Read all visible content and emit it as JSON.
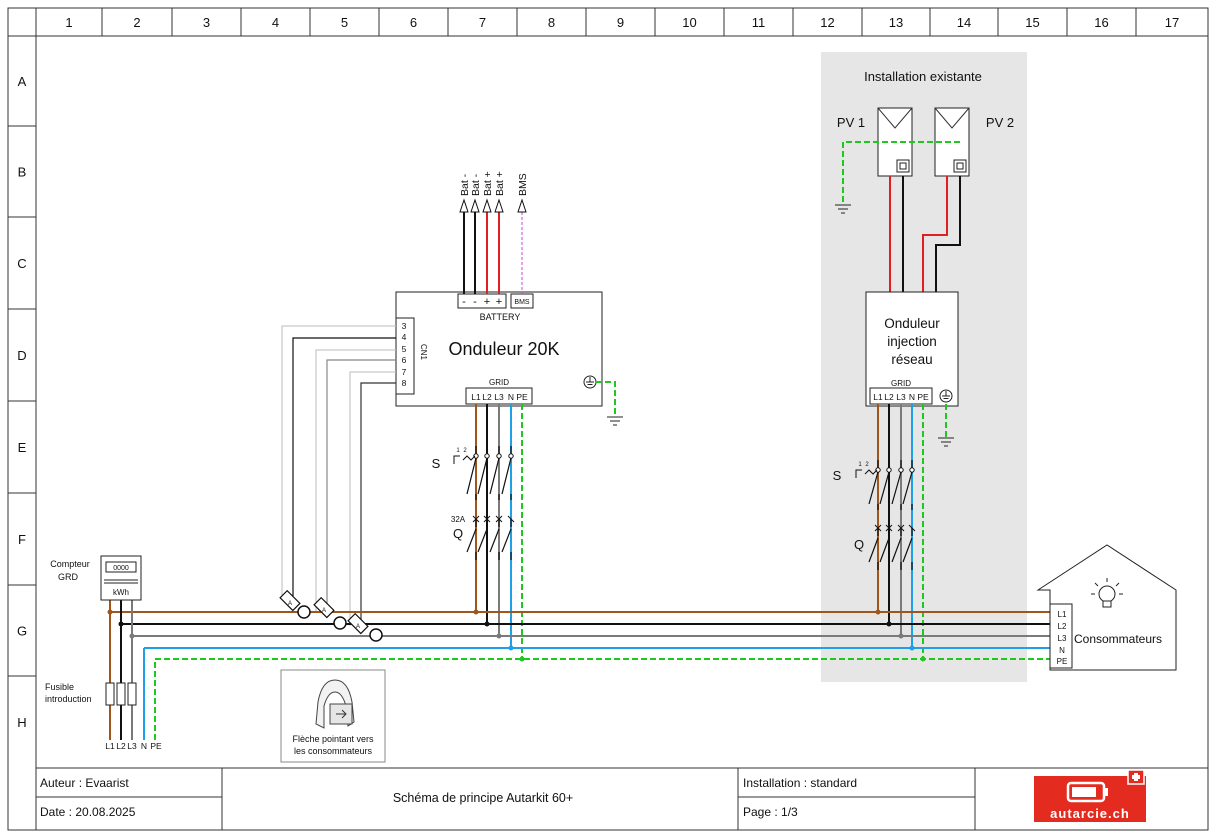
{
  "grid": {
    "columns": [
      "1",
      "2",
      "3",
      "4",
      "5",
      "6",
      "7",
      "8",
      "9",
      "10",
      "11",
      "12",
      "13",
      "14",
      "15",
      "16",
      "17"
    ],
    "rows": [
      "A",
      "B",
      "C",
      "D",
      "E",
      "F",
      "G",
      "H"
    ]
  },
  "existing": {
    "title": "Installation existante",
    "pv1": "PV 1",
    "pv2": "PV 2",
    "inverter_line1": "Onduleur",
    "inverter_line2": "injection",
    "inverter_line3": "réseau",
    "grid_label": "GRID",
    "terminals": [
      "L1",
      "L2",
      "L3",
      "N",
      "PE"
    ]
  },
  "inverter": {
    "title": "Onduleur 20K",
    "battery_label": "BATTERY",
    "bms_box": "BMS",
    "battery_terminals": [
      "-",
      "-",
      "+",
      "+"
    ],
    "grid_label": "GRID",
    "terminals": [
      "L1",
      "L2",
      "L3",
      "N",
      "PE"
    ],
    "cn1_label": "CN1",
    "cn1_pins": [
      "3",
      "4",
      "5",
      "6",
      "7",
      "8"
    ],
    "battery_arrows": [
      "Bat -",
      "Bat -",
      "Bat +",
      "Bat +"
    ],
    "bms_arrow": "BMS"
  },
  "devices": {
    "switch_label": "S",
    "breaker_label": "Q",
    "breaker_rating": "32A",
    "switch_pins": [
      "1",
      "2"
    ],
    "ct_letter": "A"
  },
  "meter": {
    "label_line1": "Compteur",
    "label_line2": "GRD",
    "display": "0000",
    "unit": "kWh"
  },
  "fuse": {
    "label_line1": "Fusible",
    "label_line2": "introduction"
  },
  "supply_terminals": [
    "L1",
    "L2",
    "L3",
    "N",
    "PE"
  ],
  "consumers": {
    "label": "Consommateurs",
    "terminals": [
      "L1",
      "L2",
      "L3",
      "N",
      "PE"
    ]
  },
  "ct_note": {
    "line1": "Flèche pointant vers",
    "line2": "les consommateurs"
  },
  "titleblock": {
    "author": "Auteur : Evaarist",
    "date": "Date : 20.08.2025",
    "title": "Schéma de principe Autarkit 60+",
    "installation": "Installation : standard",
    "page": "Page : 1/3",
    "logo_text": "autarcie.ch"
  },
  "colors": {
    "L1": "#a0561a",
    "L2": "#111111",
    "L3": "#7a7a7a",
    "N": "#1ea0e6",
    "PE": "#1ec81e",
    "battery_pos": "#e02020",
    "bms": "#d040d0",
    "brand": "#e32b1f",
    "existing_bg": "#e6e6e6"
  }
}
